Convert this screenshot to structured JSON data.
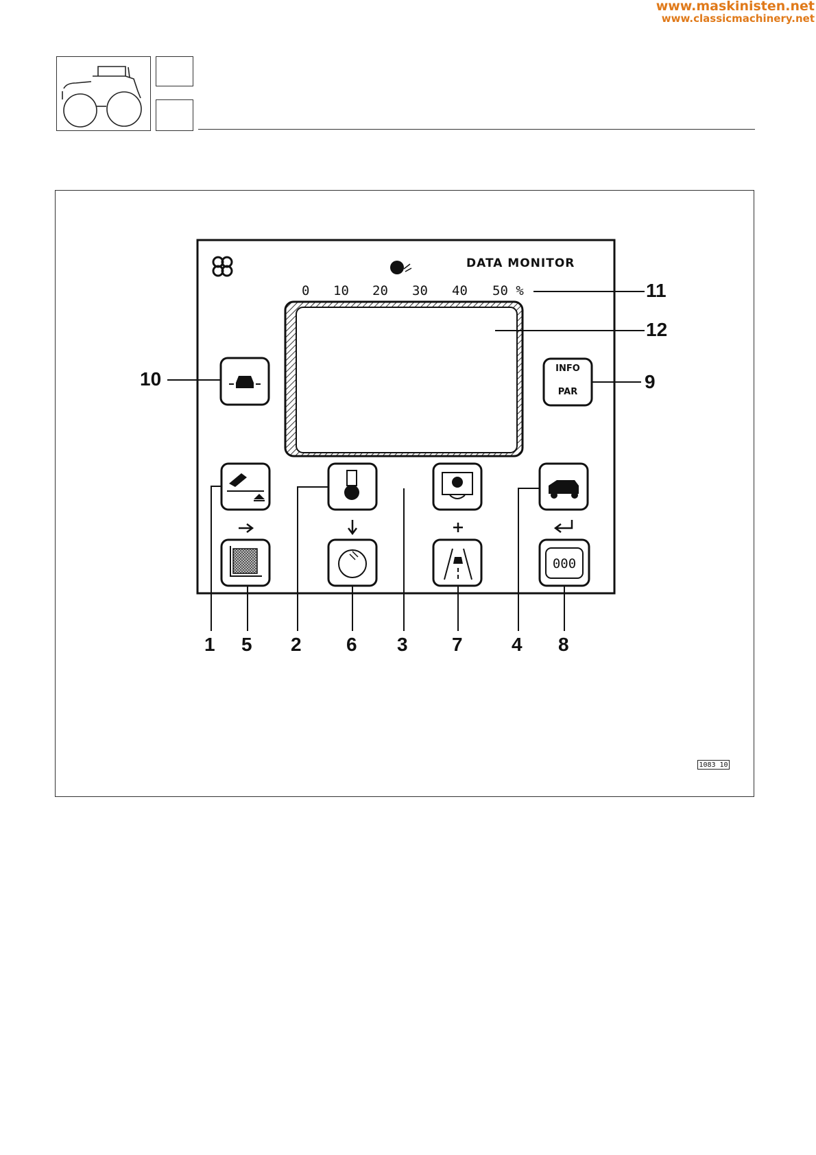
{
  "watermark": {
    "line1": "www.maskinisten.net",
    "line2": "www.classicmachinery.net"
  },
  "monitor": {
    "title": "DATA MONITOR",
    "scale_labels": [
      "0",
      "10",
      "20",
      "30",
      "40",
      "50 %"
    ],
    "info_button": {
      "top": "INFO",
      "bottom": "PAR"
    },
    "counter_button": "000"
  },
  "callouts": {
    "c1": "1",
    "c2": "2",
    "c3": "3",
    "c4": "4",
    "c5": "5",
    "c6": "6",
    "c7": "7",
    "c8": "8",
    "c9": "9",
    "c10": "10",
    "c11": "11",
    "c12": "12"
  },
  "figure_code": "1083 10"
}
